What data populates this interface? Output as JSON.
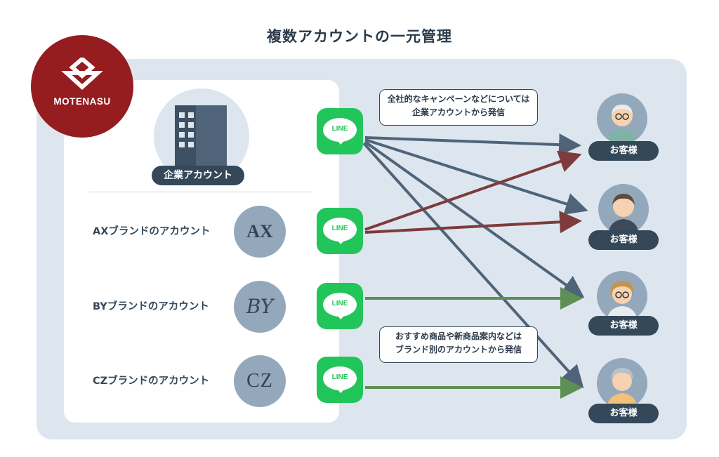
{
  "title": "複数アカウントの一元管理",
  "logo": {
    "text": "MOTENASU"
  },
  "corporate": {
    "label": "企業アカウント"
  },
  "brands": [
    {
      "label": "AXブランドのアカウント",
      "mark": "AX"
    },
    {
      "label": "BYブランドのアカウント",
      "mark": "BY"
    },
    {
      "label": "CZブランドのアカウント",
      "mark": "CZ"
    }
  ],
  "line_icon_text": "LINE",
  "callouts": {
    "top": [
      "全社的なキャンペーンなどについては",
      "企業アカウントから発信"
    ],
    "bottom": [
      "おすすめ商品や新商品案内などは",
      "ブランド別のアカウントから発信"
    ]
  },
  "customers": [
    {
      "label": "お客様"
    },
    {
      "label": "お客様"
    },
    {
      "label": "お客様"
    },
    {
      "label": "お客様"
    }
  ],
  "colors": {
    "corporate_arrow": "#4f6479",
    "brand_ax_arrow": "#7d3b3b",
    "brand_other_arrow": "#5e8f55",
    "line_green": "#22c55a",
    "logo_red": "#951c1f"
  }
}
